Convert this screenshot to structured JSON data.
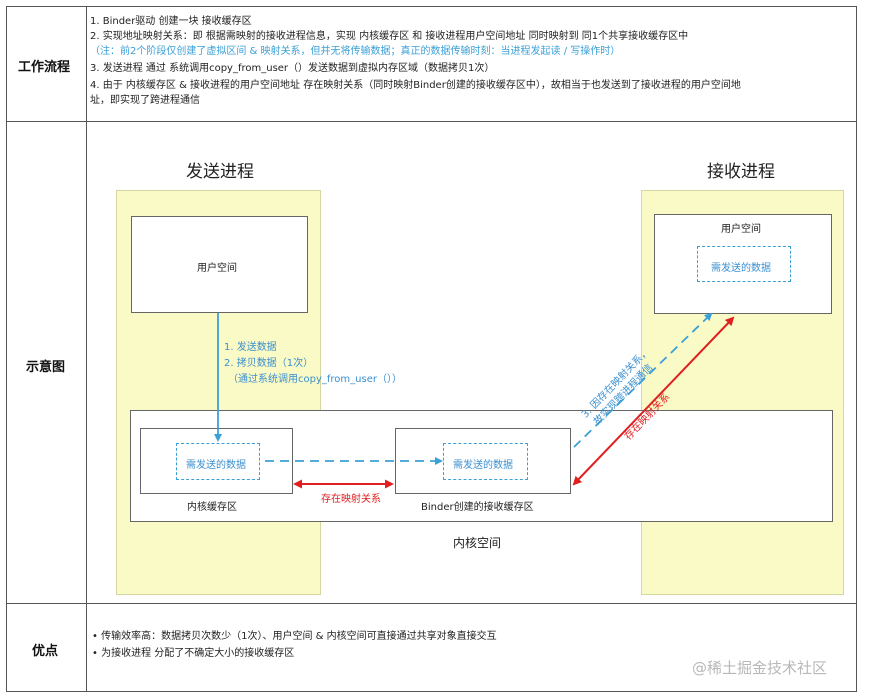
{
  "rows": {
    "workflow_label": "工作流程",
    "diagram_label": "示意图",
    "advantages_label": "优点"
  },
  "workflow": {
    "lines": [
      "1. Binder驱动 创建一块 接收缓存区",
      "2. 实现地址映射关系：即 根据需映射的接收进程信息，实现 内核缓存区 和 接收进程用户空间地址 同时映射到 同1个共享接收缓存区中",
      "（注：前2个阶段仅创建了虚拟区间 & 映射关系，但并无将传输数据；真正的数据传输时刻：当进程发起读 / 写操作时）",
      "3. 发送进程 通过 系统调用copy_from_user（）发送数据到虚拟内存区域（数据拷贝1次）",
      "4. 由于 内核缓存区 & 接收进程的用户空间地址 存在映射关系（同时映射Binder创建的接收缓存区中），故相当于也发送到了接收进程的用户空间地",
      "址，即实现了跨进程通信"
    ]
  },
  "diagram": {
    "sender_title": "发送进程",
    "receiver_title": "接收进程",
    "sender_user_space": "用户空间",
    "receiver_user_space": "用户空间",
    "data_to_send_receiver": "需发送的数据",
    "data_to_send_kernel": "需发送的数据",
    "data_to_send_binder": "需发送的数据",
    "kernel_buffer": "内核缓存区",
    "binder_buffer": "Binder创建的接收缓存区",
    "kernel_space": "内核空间",
    "step1": "1. 发送数据",
    "step2": "2. 拷贝数据（1次）",
    "step2_note": "（通过系统调用copy_from_user（））",
    "mapping_left": "存在映射关系",
    "mapping_right": "存在映射关系",
    "step3_line1": "3. 因存在映射关系，",
    "step3_line2": "故实现跨进程通信",
    "colors": {
      "blue": "#3aa0d8",
      "red": "#e02020",
      "yellow": "#fafac6"
    }
  },
  "advantages": {
    "items": [
      "• 传输效率高：数据拷贝次数少（1次）、用户空间 & 内核空间可直接通过共享对象直接交互",
      "• 为接收进程 分配了不确定大小的接收缓存区"
    ]
  },
  "watermark": "@稀土掘金技术社区"
}
